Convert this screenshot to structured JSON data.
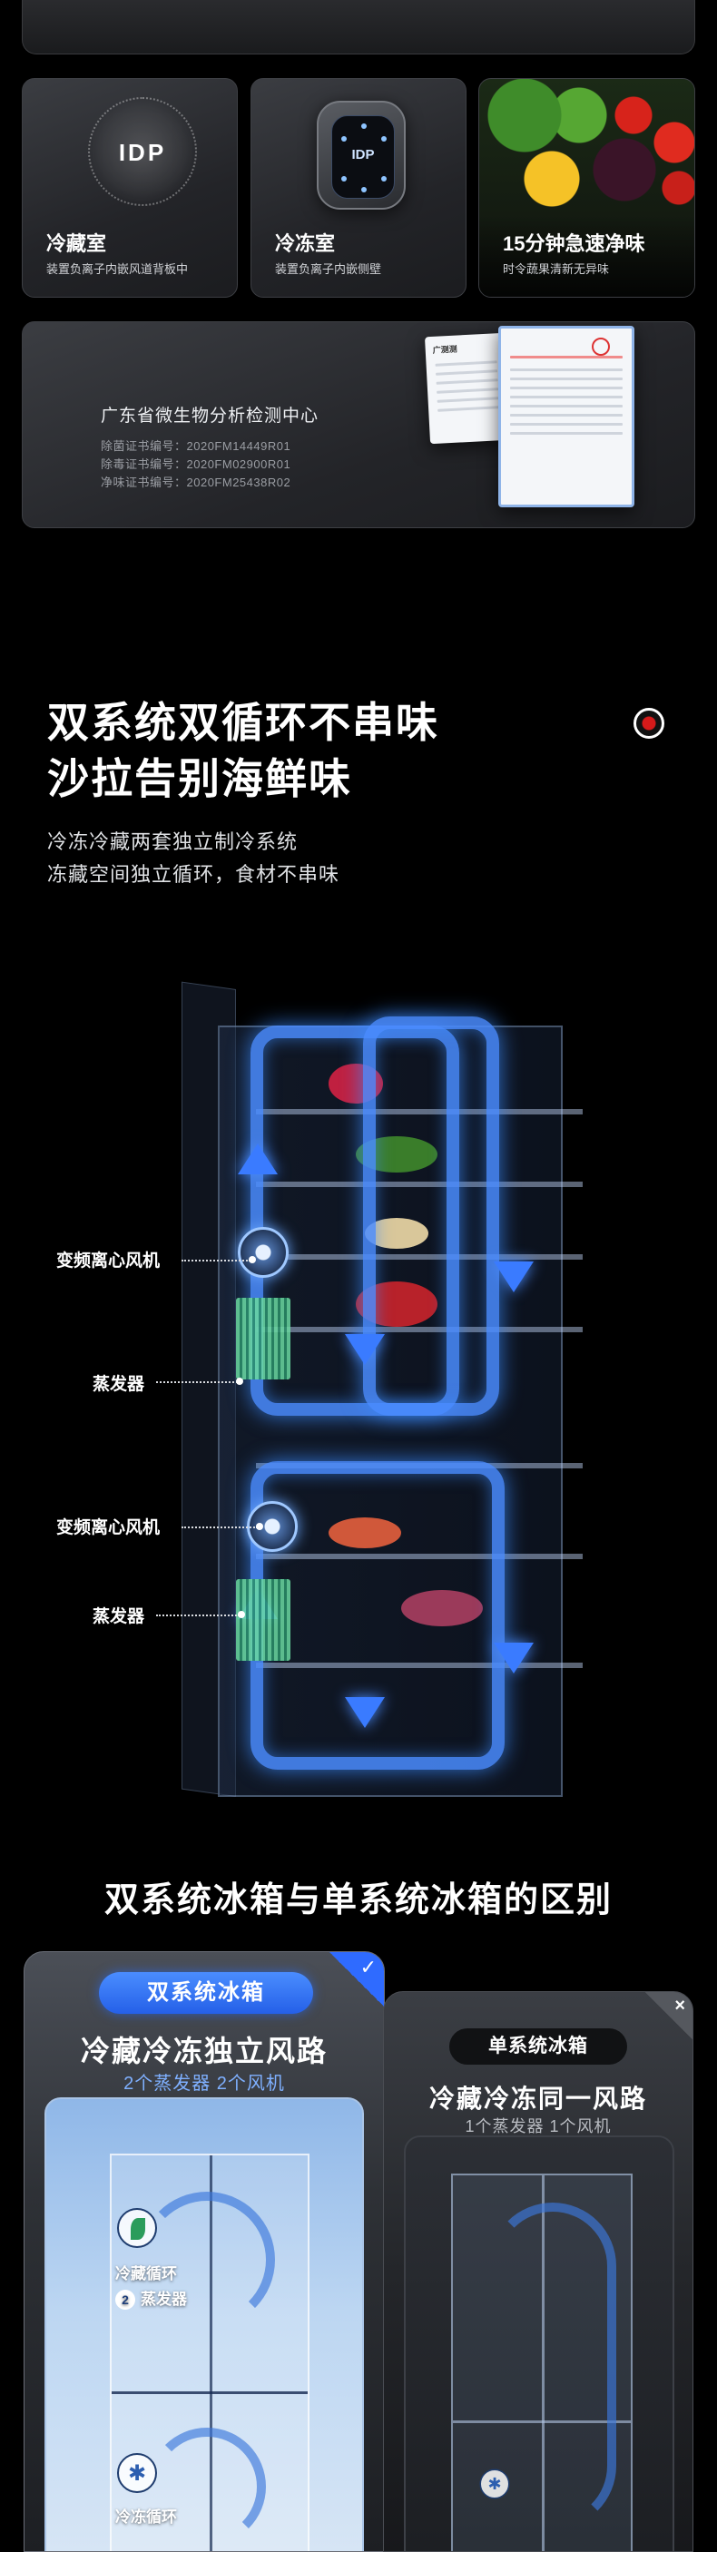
{
  "features": [
    {
      "title": "冷藏室",
      "subtitle": "装置负离子内嵌风道背板中",
      "graphic_label": "IDP"
    },
    {
      "title": "冷冻室",
      "subtitle": "装置负离子内嵌侧壁",
      "graphic_label": "IDP"
    },
    {
      "title": "15分钟急速净味",
      "subtitle": "时令蔬果清新无异味"
    }
  ],
  "certificate": {
    "title": "广东省微生物分析检测中心",
    "lines": [
      "除菌证书编号：2020FM14449R01",
      "除毒证书编号：2020FM02900R01",
      "净味证书编号：2020FM25438R02"
    ],
    "doc_header": "广测测"
  },
  "dual_system": {
    "headline_1": "双系统双循环不串味",
    "headline_2": "沙拉告别海鲜味",
    "desc_1": "冷冻冷藏两套独立制冷系统",
    "desc_2": "冻藏空间独立循环，食材不串味",
    "callouts": [
      "变频离心风机",
      "蒸发器",
      "变频离心风机",
      "蒸发器"
    ]
  },
  "comparison": {
    "title": "双系统冰箱与单系统冰箱的区别",
    "left": {
      "badge": "双系统冰箱",
      "headline": "冷藏冷冻独立风路",
      "sub": "2个蒸发器 2个风机",
      "check": "✓",
      "tag_fridge": "冷藏循环",
      "tag_freezer": "冷冻循环",
      "tag_evap": "蒸发器",
      "tag_num": "2"
    },
    "right": {
      "badge": "单系统冰箱",
      "headline": "冷藏冷冻同一风路",
      "sub": "1个蒸发器 1个风机",
      "close": "×"
    }
  },
  "colors": {
    "accent_blue": "#3a7bff",
    "sub_blue": "#7fb0ff",
    "muted": "#b9bcc2"
  }
}
